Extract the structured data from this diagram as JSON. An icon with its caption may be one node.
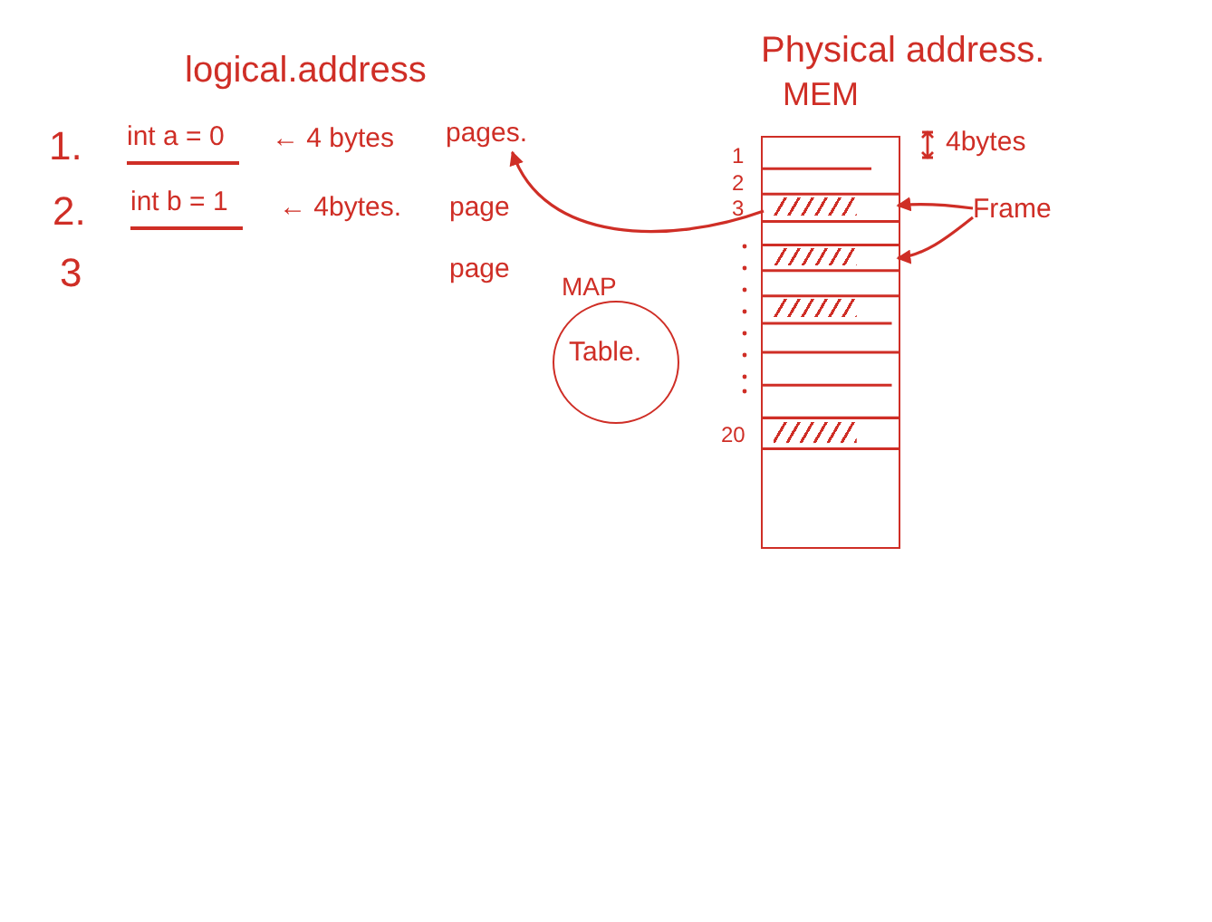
{
  "diagram": {
    "nodes": [
      {
        "text": [
          "pages."
        ]
      },
      {
        "text": [
          "MAP",
          "Table."
        ]
      },
      {
        "text": [],
        "shape": "box"
      },
      {
        "text": [],
        "shape": "box",
        "in": 2
      },
      {
        "text": [],
        "shape": "box",
        "in": 2
      },
      {
        "text": [],
        "shape": "box",
        "in": 2
      },
      {
        "text": [],
        "shape": "box",
        "in": 2
      },
      {
        "text": [
          "Frame"
        ]
      }
    ],
    "edges": [
      {
        "from": 7,
        "to": 3,
        "arrow": "to"
      },
      {
        "from": 7,
        "to": 4,
        "arrow": "to"
      },
      {
        "from": 3,
        "to": 0,
        "arrow": "to"
      }
    ],
    "labels": [
      "logical.address",
      "1.",
      "int a = 0",
      "← 4 bytes",
      "2.",
      "int b = 1",
      "← 4bytes.",
      "page",
      "3",
      "page",
      "Physical address.",
      "MEM",
      "4bytes",
      "1",
      "2",
      "3",
      "20"
    ]
  }
}
